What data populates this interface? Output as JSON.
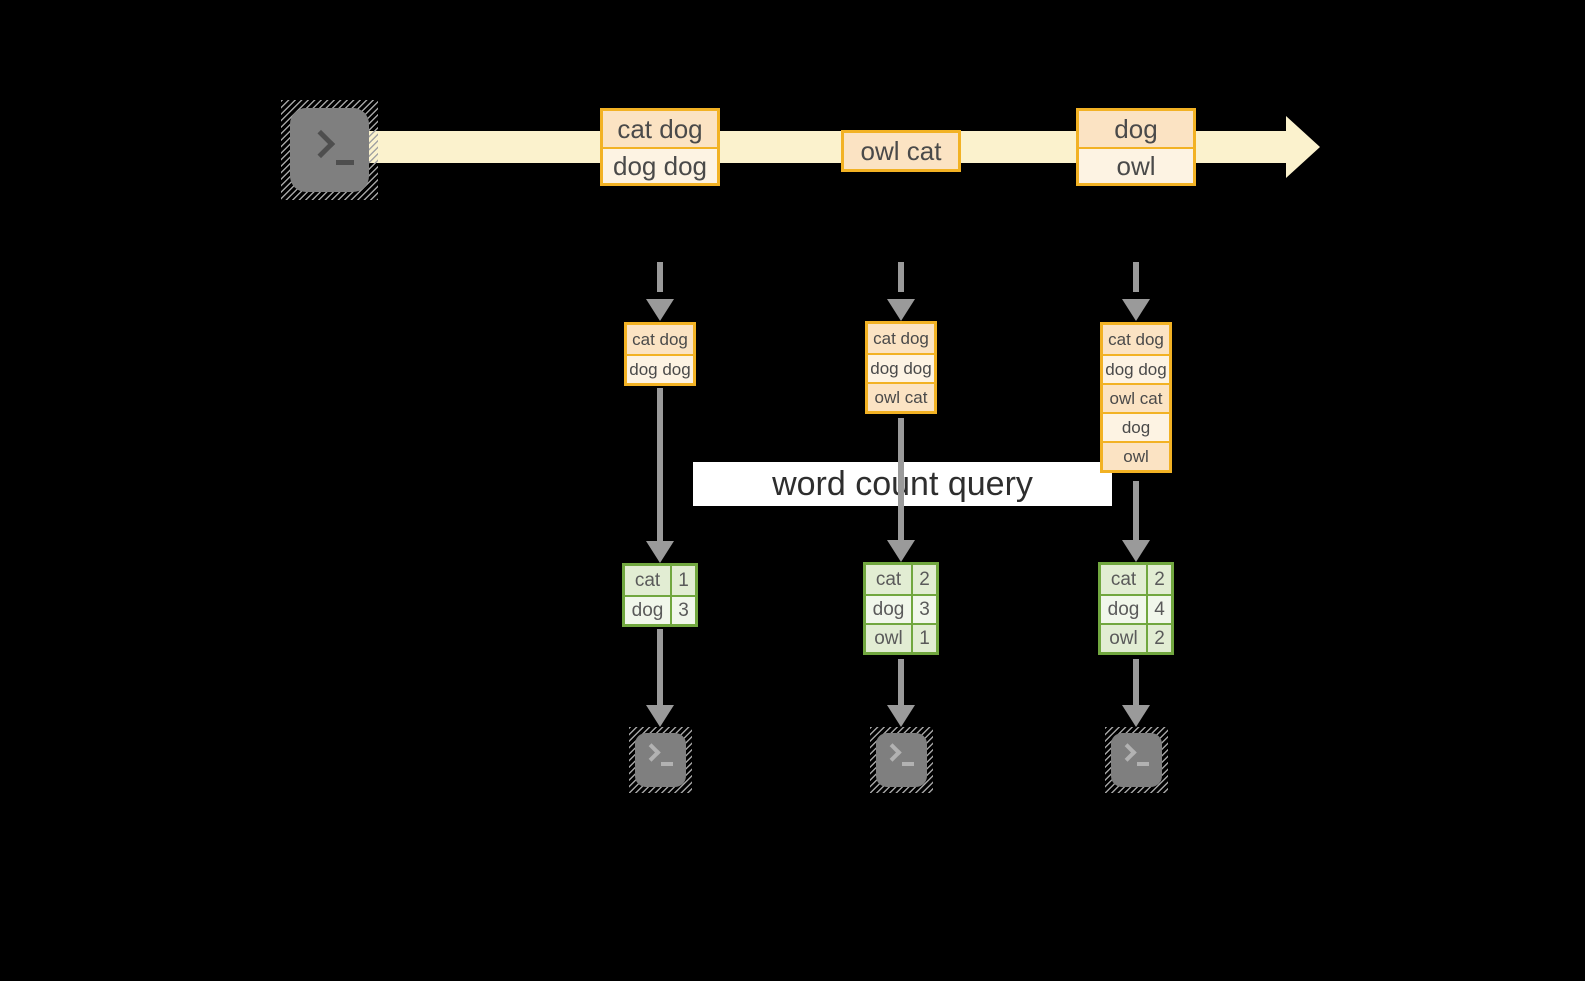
{
  "banner": {
    "label": "word count query"
  },
  "stream": {
    "events": [
      {
        "lines": [
          "cat dog",
          "dog dog"
        ]
      },
      {
        "lines": [
          "owl cat"
        ]
      },
      {
        "lines": [
          "dog",
          "owl"
        ]
      }
    ]
  },
  "columns": [
    {
      "buffer": [
        "cat dog",
        "dog dog"
      ],
      "counts": [
        {
          "word": "cat",
          "count": "1"
        },
        {
          "word": "dog",
          "count": "3"
        }
      ]
    },
    {
      "buffer": [
        "cat dog",
        "dog dog",
        "owl cat"
      ],
      "counts": [
        {
          "word": "cat",
          "count": "2"
        },
        {
          "word": "dog",
          "count": "3"
        },
        {
          "word": "owl",
          "count": "1"
        }
      ]
    },
    {
      "buffer": [
        "cat dog",
        "dog dog",
        "owl cat",
        "dog",
        "owl"
      ],
      "counts": [
        {
          "word": "cat",
          "count": "2"
        },
        {
          "word": "dog",
          "count": "4"
        },
        {
          "word": "owl",
          "count": "2"
        }
      ]
    }
  ],
  "icons": {
    "source": "terminal-prompt-icon",
    "outputs": [
      "terminal-prompt-icon",
      "terminal-prompt-icon",
      "terminal-prompt-icon"
    ]
  },
  "colors": {
    "background": "#000000",
    "stream_band": "#fbf2cd",
    "gold_border": "#f2b224",
    "cell_peach": "#fbe3c3",
    "cell_cream": "#fdf3e3",
    "green_border": "#71a73f",
    "green_row_dark": "#e2edd3",
    "green_row_light": "#f1f7eb",
    "arrow_gray": "#9a9a9a",
    "terminal_gray": "#7f7f7f",
    "banner_bg": "#ffffff"
  }
}
